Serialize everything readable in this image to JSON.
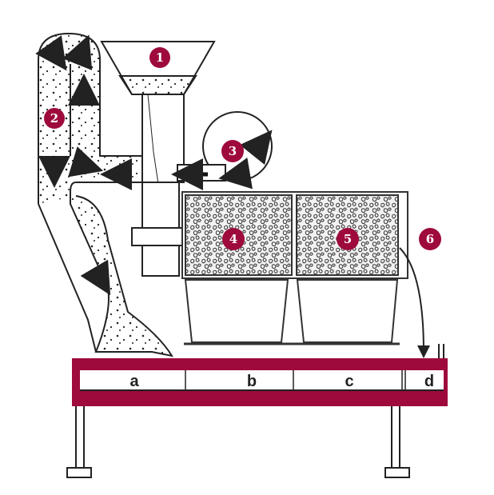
{
  "colors": {
    "accent": "#9e0a3c",
    "line": "#222222"
  },
  "markers": [
    "1",
    "2",
    "3",
    "4",
    "5",
    "6"
  ],
  "conveyor_sections": [
    "a",
    "b",
    "c",
    "d"
  ]
}
